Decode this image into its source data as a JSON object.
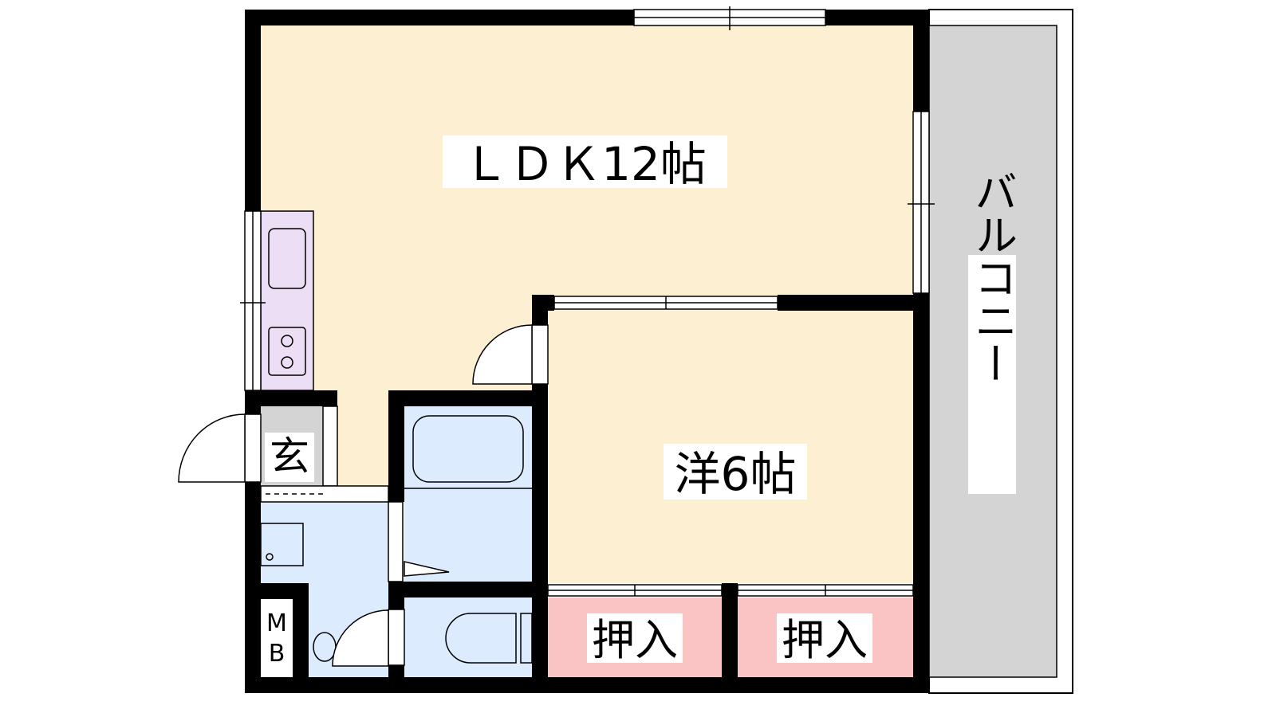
{
  "rooms": {
    "ldk": "ＬＤＫ12帖",
    "western": "洋6帖",
    "entrance": "玄",
    "closet_left": "押入",
    "closet_right": "押入",
    "balcony": "バルコニー",
    "meter_box_m": "M",
    "meter_box_b": "B"
  },
  "colors": {
    "living": "#fdf0d2",
    "kitchen": "#ecdff5",
    "wet": "#dcebfd",
    "closet": "#fbc4c4",
    "balcony": "#d4d4d4",
    "entrance": "#d4d4d4",
    "wall": "#000000"
  }
}
